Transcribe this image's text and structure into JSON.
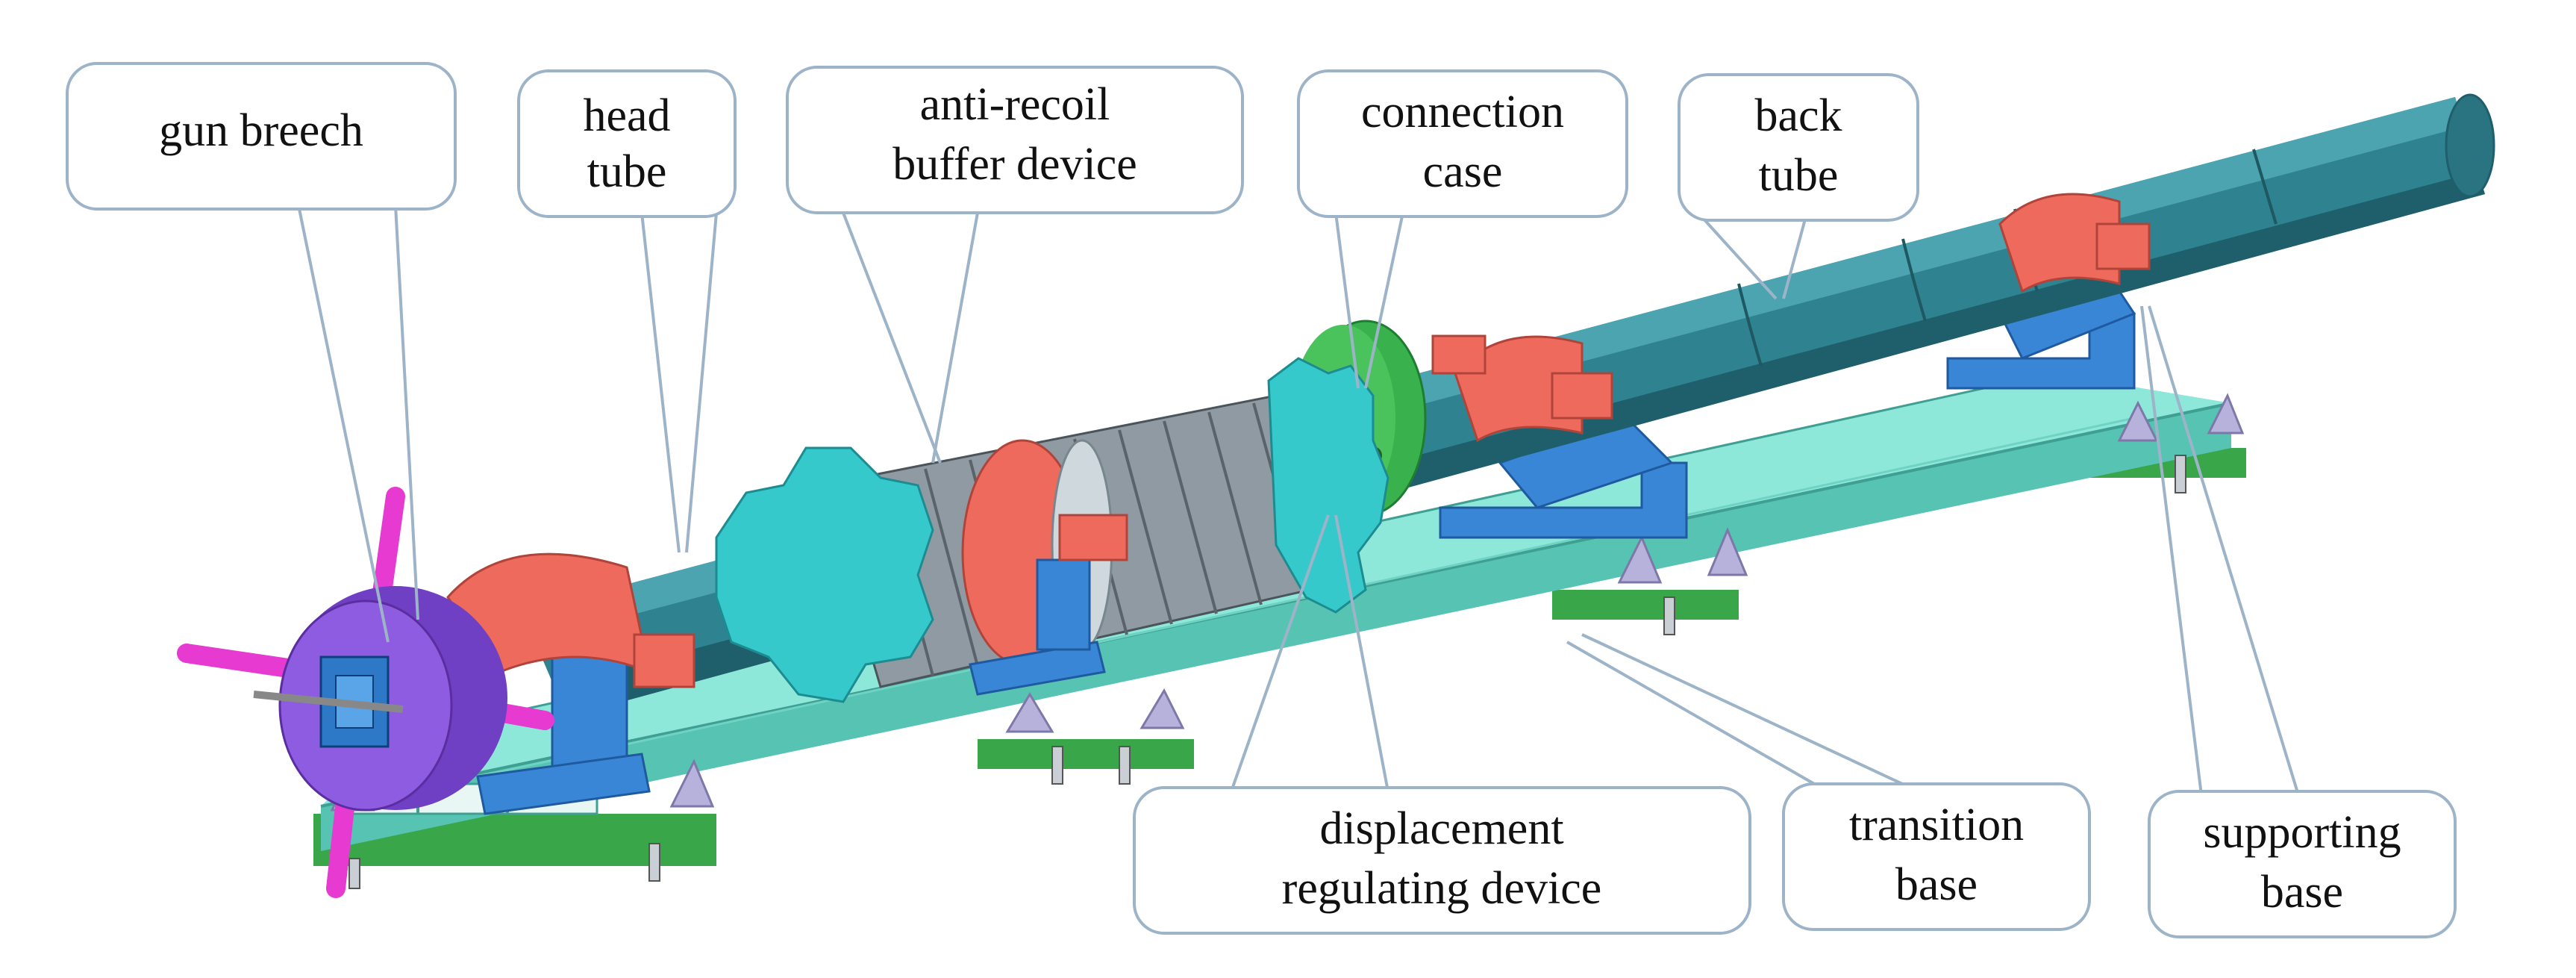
{
  "labels": {
    "gun_breech": [
      "gun breech"
    ],
    "head_tube": [
      "head",
      "tube"
    ],
    "anti_recoil": [
      "anti-recoil",
      "buffer device"
    ],
    "connection_case": [
      "connection",
      "case"
    ],
    "back_tube": [
      "back",
      "tube"
    ],
    "displacement": [
      "displacement",
      "regulating device"
    ],
    "transition_base": [
      "transition",
      "base"
    ],
    "supporting_base": [
      "supporting",
      "base"
    ]
  },
  "colors": {
    "barrel": "#2f8290",
    "barrel_dark": "#1f5f6b",
    "clamp_red": "#ee6a5d",
    "support_blue": "#3a86d6",
    "base_cyan": "#8ee8da",
    "base_dark": "#56c3b3",
    "plate_green": "#3aa64a",
    "breech_purple": "#8e5ce0",
    "handle_magenta": "#e63ad1",
    "gear_cyan": "#36c9cc",
    "fin_grey": "#8f9aa2",
    "connector_green": "#39b24d",
    "gusset_lilac": "#b7b2dc",
    "callout_border": "#9db4c8"
  }
}
